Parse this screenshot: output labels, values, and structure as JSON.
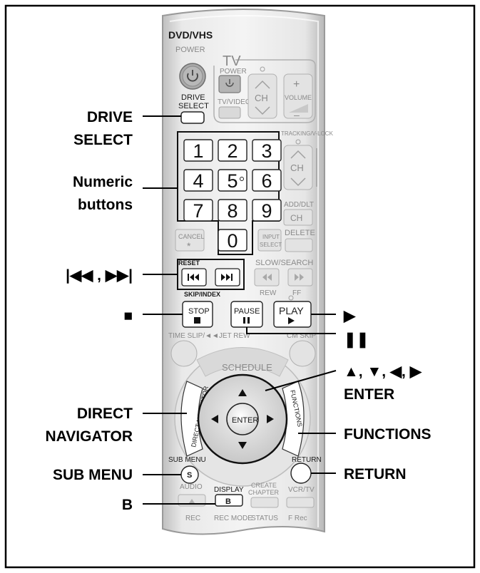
{
  "remote": {
    "dvd_vhs": "DVD/VHS",
    "power": "POWER",
    "tv": "TV",
    "tv_power": "POWER",
    "drive_select_line1": "DRIVE",
    "drive_select_line2": "SELECT",
    "tv_video": "TV/VIDEO",
    "ch": "CH",
    "volume": "VOLUME",
    "tracking": "TRACKING/V-LOCK",
    "ch2": "CH",
    "num_keys": [
      "1",
      "2",
      "3",
      "4",
      "5",
      "6",
      "7",
      "8",
      "9",
      "0"
    ],
    "add_dlt": "ADD/DLT",
    "ch3": "CH",
    "cancel": "CANCEL",
    "cancel_star": "*",
    "input_line1": "INPUT",
    "input_line2": "SELECT",
    "delete": "DELETE",
    "reset": "RESET",
    "slow_search": "SLOW/SEARCH",
    "skip_index": "SKIP/INDEX",
    "rew": "REW",
    "ff": "FF",
    "stop": "STOP",
    "pause": "PAUSE",
    "play": "PLAY",
    "time_slip": "TIME SLIP/◄◄JET REW",
    "cm_skip": "CM SKIP",
    "schedule": "SCHEDULE",
    "direct_navigator": "DIRECT NAVIGATOR",
    "functions": "FUNCTIONS",
    "enter": "ENTER",
    "sub_menu": "SUB MENU",
    "sub_menu_key": "S",
    "return": "RETURN",
    "audio": "AUDIO",
    "display": "DISPLAY",
    "display_key": "B",
    "create_line1": "CREATE",
    "create_line2": "CHAPTER",
    "vcr_tv": "VCR/TV",
    "rec": "REC",
    "rec_mode": "REC MODE",
    "status": "STATUS",
    "f_rec": "F Rec"
  },
  "callouts": {
    "drive_select_1": "DRIVE",
    "drive_select_2": "SELECT",
    "numeric_1": "Numeric",
    "numeric_2": "buttons",
    "skip": "|◀◀ , ▶▶|",
    "stop": "■",
    "play": "▶",
    "pause": "❚❚",
    "cursor_1": "▲, ▼, ◀, ▶",
    "cursor_2": "ENTER",
    "direct_1": "DIRECT",
    "direct_2": "NAVIGATOR",
    "functions": "FUNCTIONS",
    "sub_menu": "SUB MENU",
    "return": "RETURN",
    "b": "B"
  }
}
